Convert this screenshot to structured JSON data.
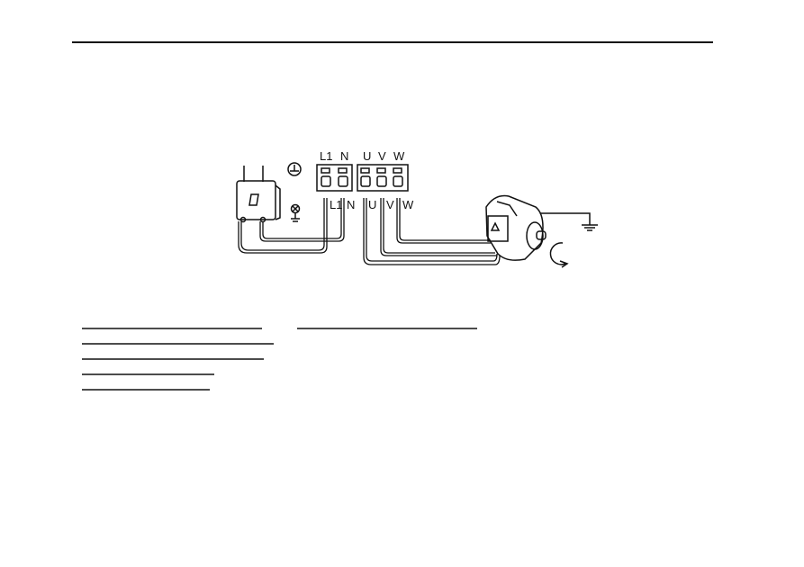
{
  "header": {
    "rule": true
  },
  "diagram": {
    "mains_terminals": [
      "L1",
      "N"
    ],
    "motor_terminals": [
      "U",
      "V",
      "W"
    ],
    "wire_labels": [
      "L1",
      "N",
      "U",
      "V",
      "W"
    ],
    "icons": [
      "power-plug-icon",
      "protective-earth-icon",
      "lamp-ground-icon",
      "motor-icon",
      "ground-icon",
      "rotation-arrow-icon"
    ]
  },
  "blank_lines": {
    "count": 6
  }
}
